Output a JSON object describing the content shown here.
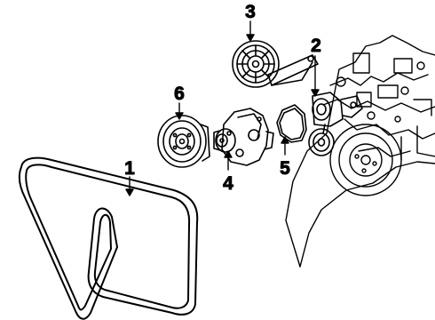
{
  "callouts": {
    "belt": "1",
    "tensioner": "2",
    "idler_pulley": "3",
    "water_pump": "4",
    "gasket": "5",
    "pump_pulley": "6"
  }
}
